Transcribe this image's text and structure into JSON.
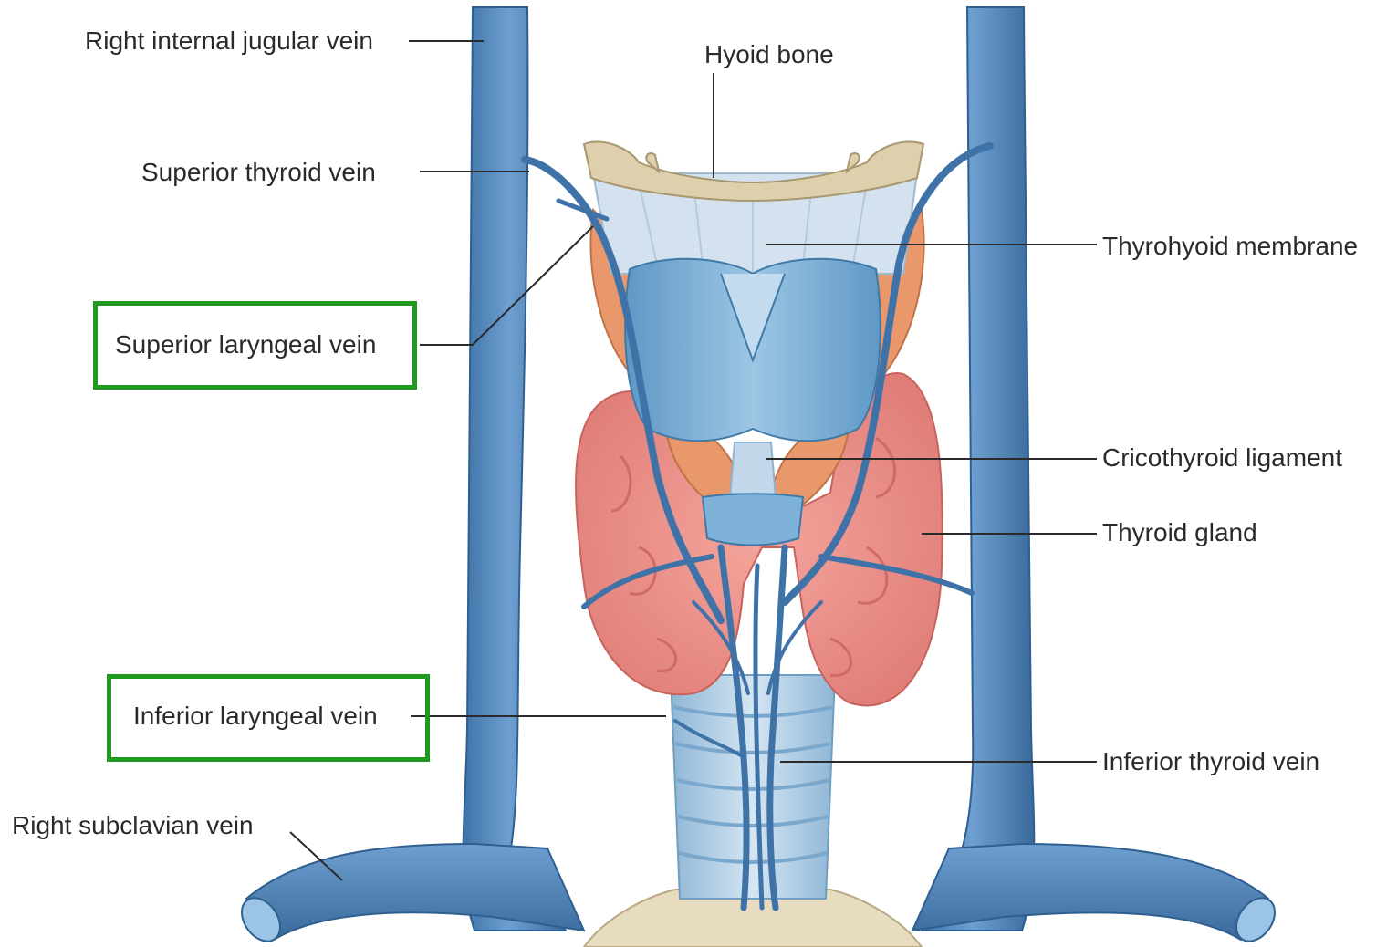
{
  "labels": {
    "right_internal_jugular_vein": "Right internal jugular vein",
    "hyoid_bone": "Hyoid bone",
    "superior_thyroid_vein": "Superior thyroid vein",
    "thyrohyoid_membrane": "Thyrohyoid membrane",
    "superior_laryngeal_vein": "Superior laryngeal vein",
    "cricothyroid_ligament": "Cricothyroid ligament",
    "thyroid_gland": "Thyroid gland",
    "inferior_laryngeal_vein": "Inferior laryngeal vein",
    "inferior_thyroid_vein": "Inferior thyroid vein",
    "right_subclavian_vein": "Right subclavian vein"
  },
  "highlighted": [
    "superior_laryngeal_vein",
    "inferior_laryngeal_vein"
  ],
  "colors": {
    "vein": "#4f86bd",
    "vein_highlight": "#8fb8dc",
    "vein_outline": "#2f5f8f",
    "thyroid": "#ec8f88",
    "thyroid_shadow": "#d8706c",
    "cartilage": "#7fb2d8",
    "membrane": "#c9dbea",
    "hyoid": "#ded0ad",
    "muscle": "#e8986a",
    "trachea": "#b6d2e8",
    "highlight_box": "#1f9a1f",
    "leader_line": "#2a2a2a"
  }
}
